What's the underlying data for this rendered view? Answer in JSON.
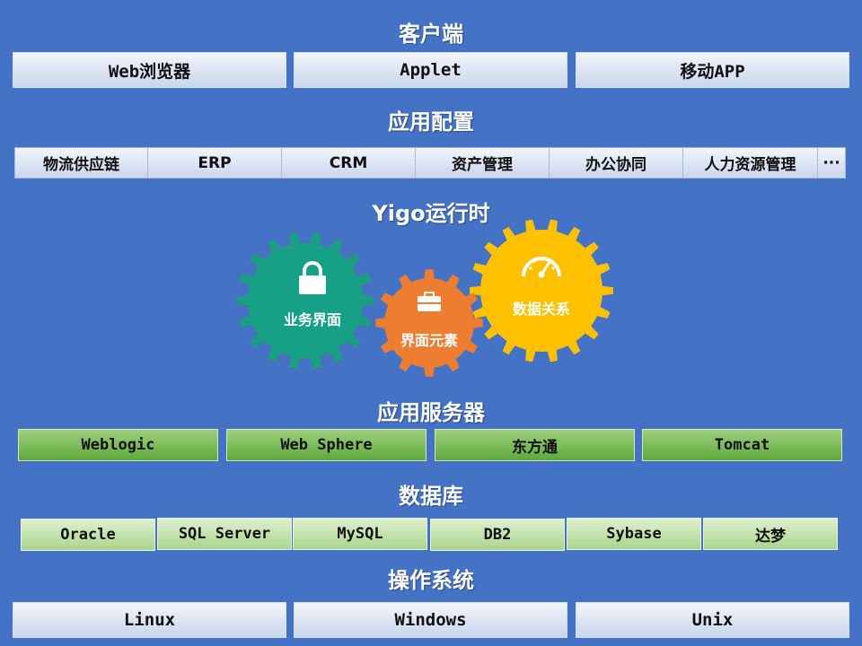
{
  "client": {
    "title": "客户端",
    "items": [
      "Web浏览器",
      "Applet",
      "移动APP"
    ]
  },
  "app_config": {
    "title": "应用配置",
    "items": [
      "物流供应链",
      "ERP",
      "CRM",
      "资产管理",
      "办公协同",
      "人力资源管理",
      "···"
    ]
  },
  "runtime": {
    "title": "Yigo运行时",
    "gears": [
      {
        "label": "业务界面",
        "color": "#16a085",
        "icon": "lock-icon"
      },
      {
        "label": "界面元素",
        "color": "#ed7d31",
        "icon": "briefcase-icon"
      },
      {
        "label": "数据关系",
        "color": "#ffc000",
        "icon": "gauge-icon"
      }
    ]
  },
  "app_server": {
    "title": "应用服务器",
    "items": [
      "Weblogic",
      "Web Sphere",
      "东方通",
      "Tomcat"
    ]
  },
  "database": {
    "title": "数据库",
    "items": [
      "Oracle",
      "SQL Server",
      "MySQL",
      "DB2",
      "Sybase",
      "达梦"
    ]
  },
  "os": {
    "title": "操作系统",
    "items": [
      "Linux",
      "Windows",
      "Unix"
    ]
  },
  "colors": {
    "background": "#4472c4",
    "gear_teal": "#16a085",
    "gear_orange": "#ed7d31",
    "gear_yellow": "#ffc000"
  }
}
